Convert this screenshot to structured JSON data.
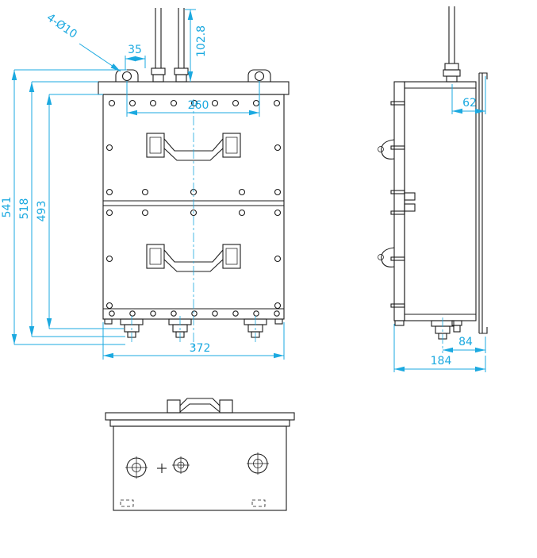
{
  "front_view": {
    "hole_callout": "4-Ø10",
    "dim_35": "35",
    "dim_102_8": "102.8",
    "dim_260": "260",
    "dim_541": "541",
    "dim_518": "518",
    "dim_493": "493",
    "dim_372": "372"
  },
  "side_view": {
    "dim_62": "62",
    "dim_84": "84",
    "dim_184": "184"
  },
  "colors": {
    "geometry_stroke": "#1c1c1c",
    "dimension_color": "#1ba9e0"
  }
}
